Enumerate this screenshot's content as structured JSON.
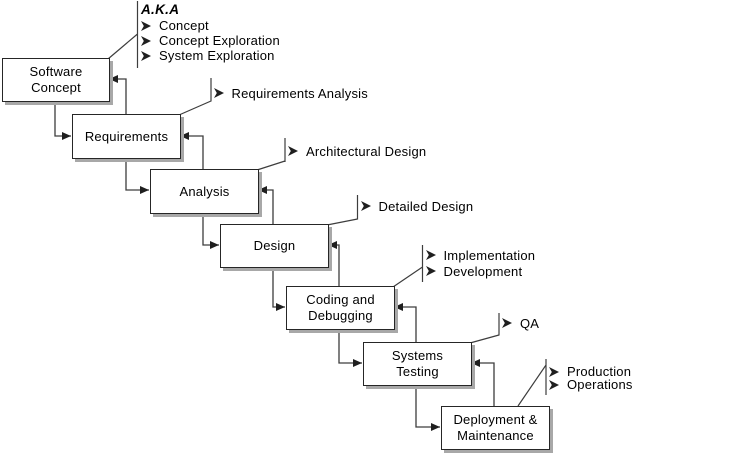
{
  "diagram": {
    "type": "waterfall-sdlc-flow",
    "stages": [
      {
        "id": "software-concept",
        "label": "Software Concept"
      },
      {
        "id": "requirements",
        "label": "Requirements"
      },
      {
        "id": "analysis",
        "label": "Analysis"
      },
      {
        "id": "design",
        "label": "Design"
      },
      {
        "id": "coding-debugging",
        "label": "Coding and Debugging"
      },
      {
        "id": "systems-testing",
        "label": "Systems Testing"
      },
      {
        "id": "deployment-maintenance",
        "label": "Deployment & Maintenance"
      }
    ],
    "callouts": [
      {
        "for": "software-concept",
        "header": "A.K.A",
        "items": [
          "Concept",
          "Concept Exploration",
          "System Exploration"
        ]
      },
      {
        "for": "requirements",
        "items": [
          "Requirements Analysis"
        ]
      },
      {
        "for": "analysis",
        "items": [
          "Architectural Design"
        ]
      },
      {
        "for": "design",
        "items": [
          "Detailed Design"
        ]
      },
      {
        "for": "coding-debugging",
        "items": [
          "Implementation",
          "Development"
        ]
      },
      {
        "for": "systems-testing",
        "items": [
          "QA"
        ]
      },
      {
        "for": "deployment-maintenance",
        "items": [
          "Production",
          "Operations"
        ]
      }
    ],
    "colors": {
      "line": "#3d3d3d",
      "box_border": "#262626",
      "box_fill": "#ffffff",
      "shadow": "#a8a8a8",
      "text": "#000000",
      "background": "#ffffff"
    }
  }
}
